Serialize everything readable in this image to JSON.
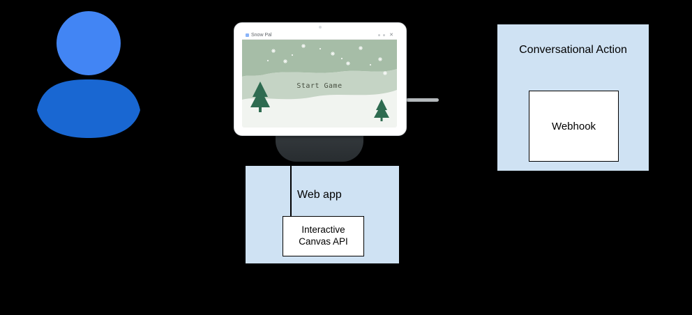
{
  "canvas": {
    "background": "#000000"
  },
  "user_icon": {
    "head_color": "#4285F4",
    "body_color": "#1967D2"
  },
  "device": {
    "bezel_color": "#ffffff",
    "base_color": "#3a3f43",
    "cable_color": "#b4b9bc",
    "screen": {
      "titlebar": {
        "app_name": "Snow Pal",
        "close_label": "✕"
      },
      "scene": {
        "start_label": "Start Game",
        "sky_color": "#a6bda7",
        "hill_color": "#c5d4c5",
        "snow_color": "#f1f4f0",
        "tree_color": "#2e6b50",
        "text_color": "#474f41"
      }
    }
  },
  "diagram": {
    "box_fill": "#cfe2f3",
    "inner_box_fill": "#ffffff",
    "border_color": "#000000",
    "conversational_action": {
      "title": "Conversational Action",
      "inner_label": "Webhook"
    },
    "web_app": {
      "title": "Web app",
      "inner_label": "Interactive Canvas API"
    }
  }
}
